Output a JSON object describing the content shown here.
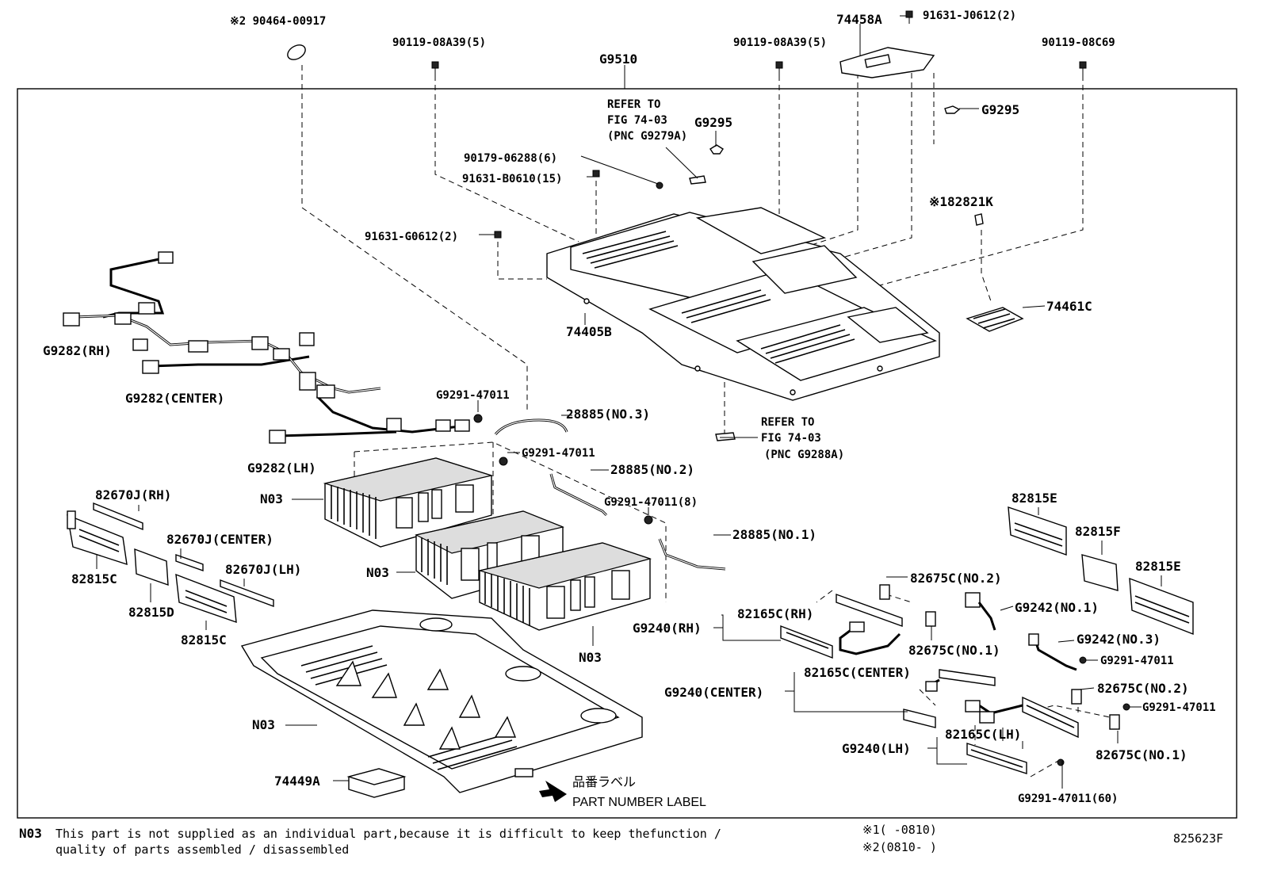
{
  "labels": {
    "g9510": "G9510",
    "l90464": "※2 90464-00917",
    "l90119a": "90119-08A39(5)",
    "l90119b": "90119-08A39(5)",
    "l74458a": "74458A",
    "l91631j": "91631-J0612(2)",
    "l90119c": "90119-08C69",
    "refer1_a": "REFER TO",
    "refer1_b": "FIG 74-03",
    "refer1_c": "(PNC G9279A)",
    "g9295a": "G9295",
    "g9295b": "G9295",
    "l90179": "90179-06288(6)",
    "l91631b": "91631-B0610(15)",
    "l82821k": "※182821K",
    "l91631g": "91631-G0612(2)",
    "l74461c": "74461C",
    "l74405b": "74405B",
    "g9282rh": "G9282(RH)",
    "g9282c": "G9282(CENTER)",
    "g9282lh": "G9282(LH)",
    "g9291a": "G9291-47011",
    "l28885n3": "28885(NO.3)",
    "g9291b": "G9291-47011",
    "refer2_a": "REFER TO",
    "refer2_b": "FIG 74-03",
    "refer2_c": "(PNC G9288A)",
    "l28885n2": "28885(NO.2)",
    "g9291c": "G9291-47011(8)",
    "l28885n1": "28885(NO.1)",
    "n03a": "N03",
    "n03b": "N03",
    "n03c": "N03",
    "n03d": "N03",
    "l82670jrh": "82670J(RH)",
    "l82670jc": "82670J(CENTER)",
    "l82670jlh": "82670J(LH)",
    "l82815c1": "82815C",
    "l82815d": "82815D",
    "l82815c2": "82815C",
    "l82815e1": "82815E",
    "l82815f": "82815F",
    "l82815e2": "82815E",
    "l82675cn2a": "82675C(NO.2)",
    "l82165crh": "82165C(RH)",
    "g9240rh": "G9240(RH)",
    "g9242n1": "G9242(NO.1)",
    "l82675cn1a": "82675C(NO.1)",
    "g9242n3": "G9242(NO.3)",
    "g9291d": "G9291-47011",
    "l82165cc": "82165C(CENTER)",
    "g9240c": "G9240(CENTER)",
    "l82675cn2b": "82675C(NO.2)",
    "g9291e": "G9291-47011",
    "l82165clh": "82165C(LH)",
    "g9240lh": "G9240(LH)",
    "l82675cn1b": "82675C(NO.1)",
    "g9291f": "G9291-47011(60)",
    "l74449a": "74449A",
    "jp_label": "品番ラベル",
    "pn_label": "PART NUMBER LABEL"
  },
  "footnote": {
    "code": "N03",
    "line1": "This part is not supplied as an individual part,because it is difficult to keep thefunction /",
    "line2": "quality of parts assembled / disassembled",
    "ref1": "※1(      -0810)",
    "ref2": "※2(0810-      )",
    "diagram_id": "825623F"
  }
}
